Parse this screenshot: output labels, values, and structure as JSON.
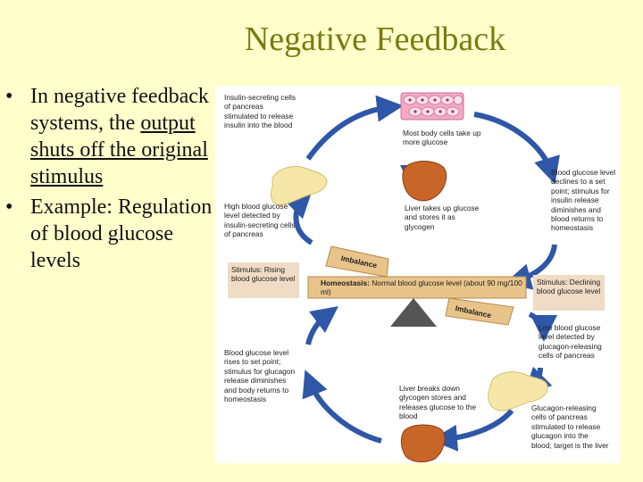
{
  "slide": {
    "title": "Negative Feedback",
    "bullet_marker": "•",
    "bullets": [
      {
        "pre": "In negative feedback systems, the ",
        "emph": "output shuts off the original stimulus",
        "post": ""
      },
      {
        "pre": "Example: Regulation of blood glucose levels",
        "emph": "",
        "post": ""
      }
    ]
  },
  "diagram": {
    "labels": {
      "insulin_cells": "Insulin-secreting cells of pancreas stimulated to release insulin into the blood",
      "body_cells": "Most body cells take up more glucose",
      "glucose_declines": "Blood glucose level declines to a set point; stimulus for insulin release diminishes and blood returns to homeostasis",
      "high_glucose": "High blood glucose level detected by insulin-secreting cells of pancreas",
      "liver_stores": "Liver takes up glucose and stores it as glycogen",
      "stimulus_rising": "Stimulus: Rising blood glucose level",
      "stimulus_declining": "Stimulus: Declining blood glucose level",
      "imbalance_top": "Imbalance",
      "imbalance_bottom": "Imbalance",
      "homeostasis_label": "Homeostasis:",
      "homeostasis_text": "Normal blood glucose level (about 90 mg/100 ml)",
      "glucose_rises": "Blood glucose level rises to set point; stimulus for glucagon release diminishes and body returns to homeostasis",
      "low_glucose": "Low blood glucose level detected by glucagon-releasing cells of pancreas",
      "liver_breaks": "Liver breaks down glycogen stores and releases glucose to the blood",
      "glucagon_cells": "Glucagon-releasing cells of pancreas stimulated to release glucagon into the blood; target is the liver"
    },
    "colors": {
      "arrow": "#2f57a8",
      "pancreas": "#f6e7a8",
      "liver": "#c8662a",
      "cells": "#f3a9c4",
      "seesaw": "#e9c48a",
      "stimulus_box": "#f0dcc4",
      "fulcrum": "#555555"
    }
  }
}
